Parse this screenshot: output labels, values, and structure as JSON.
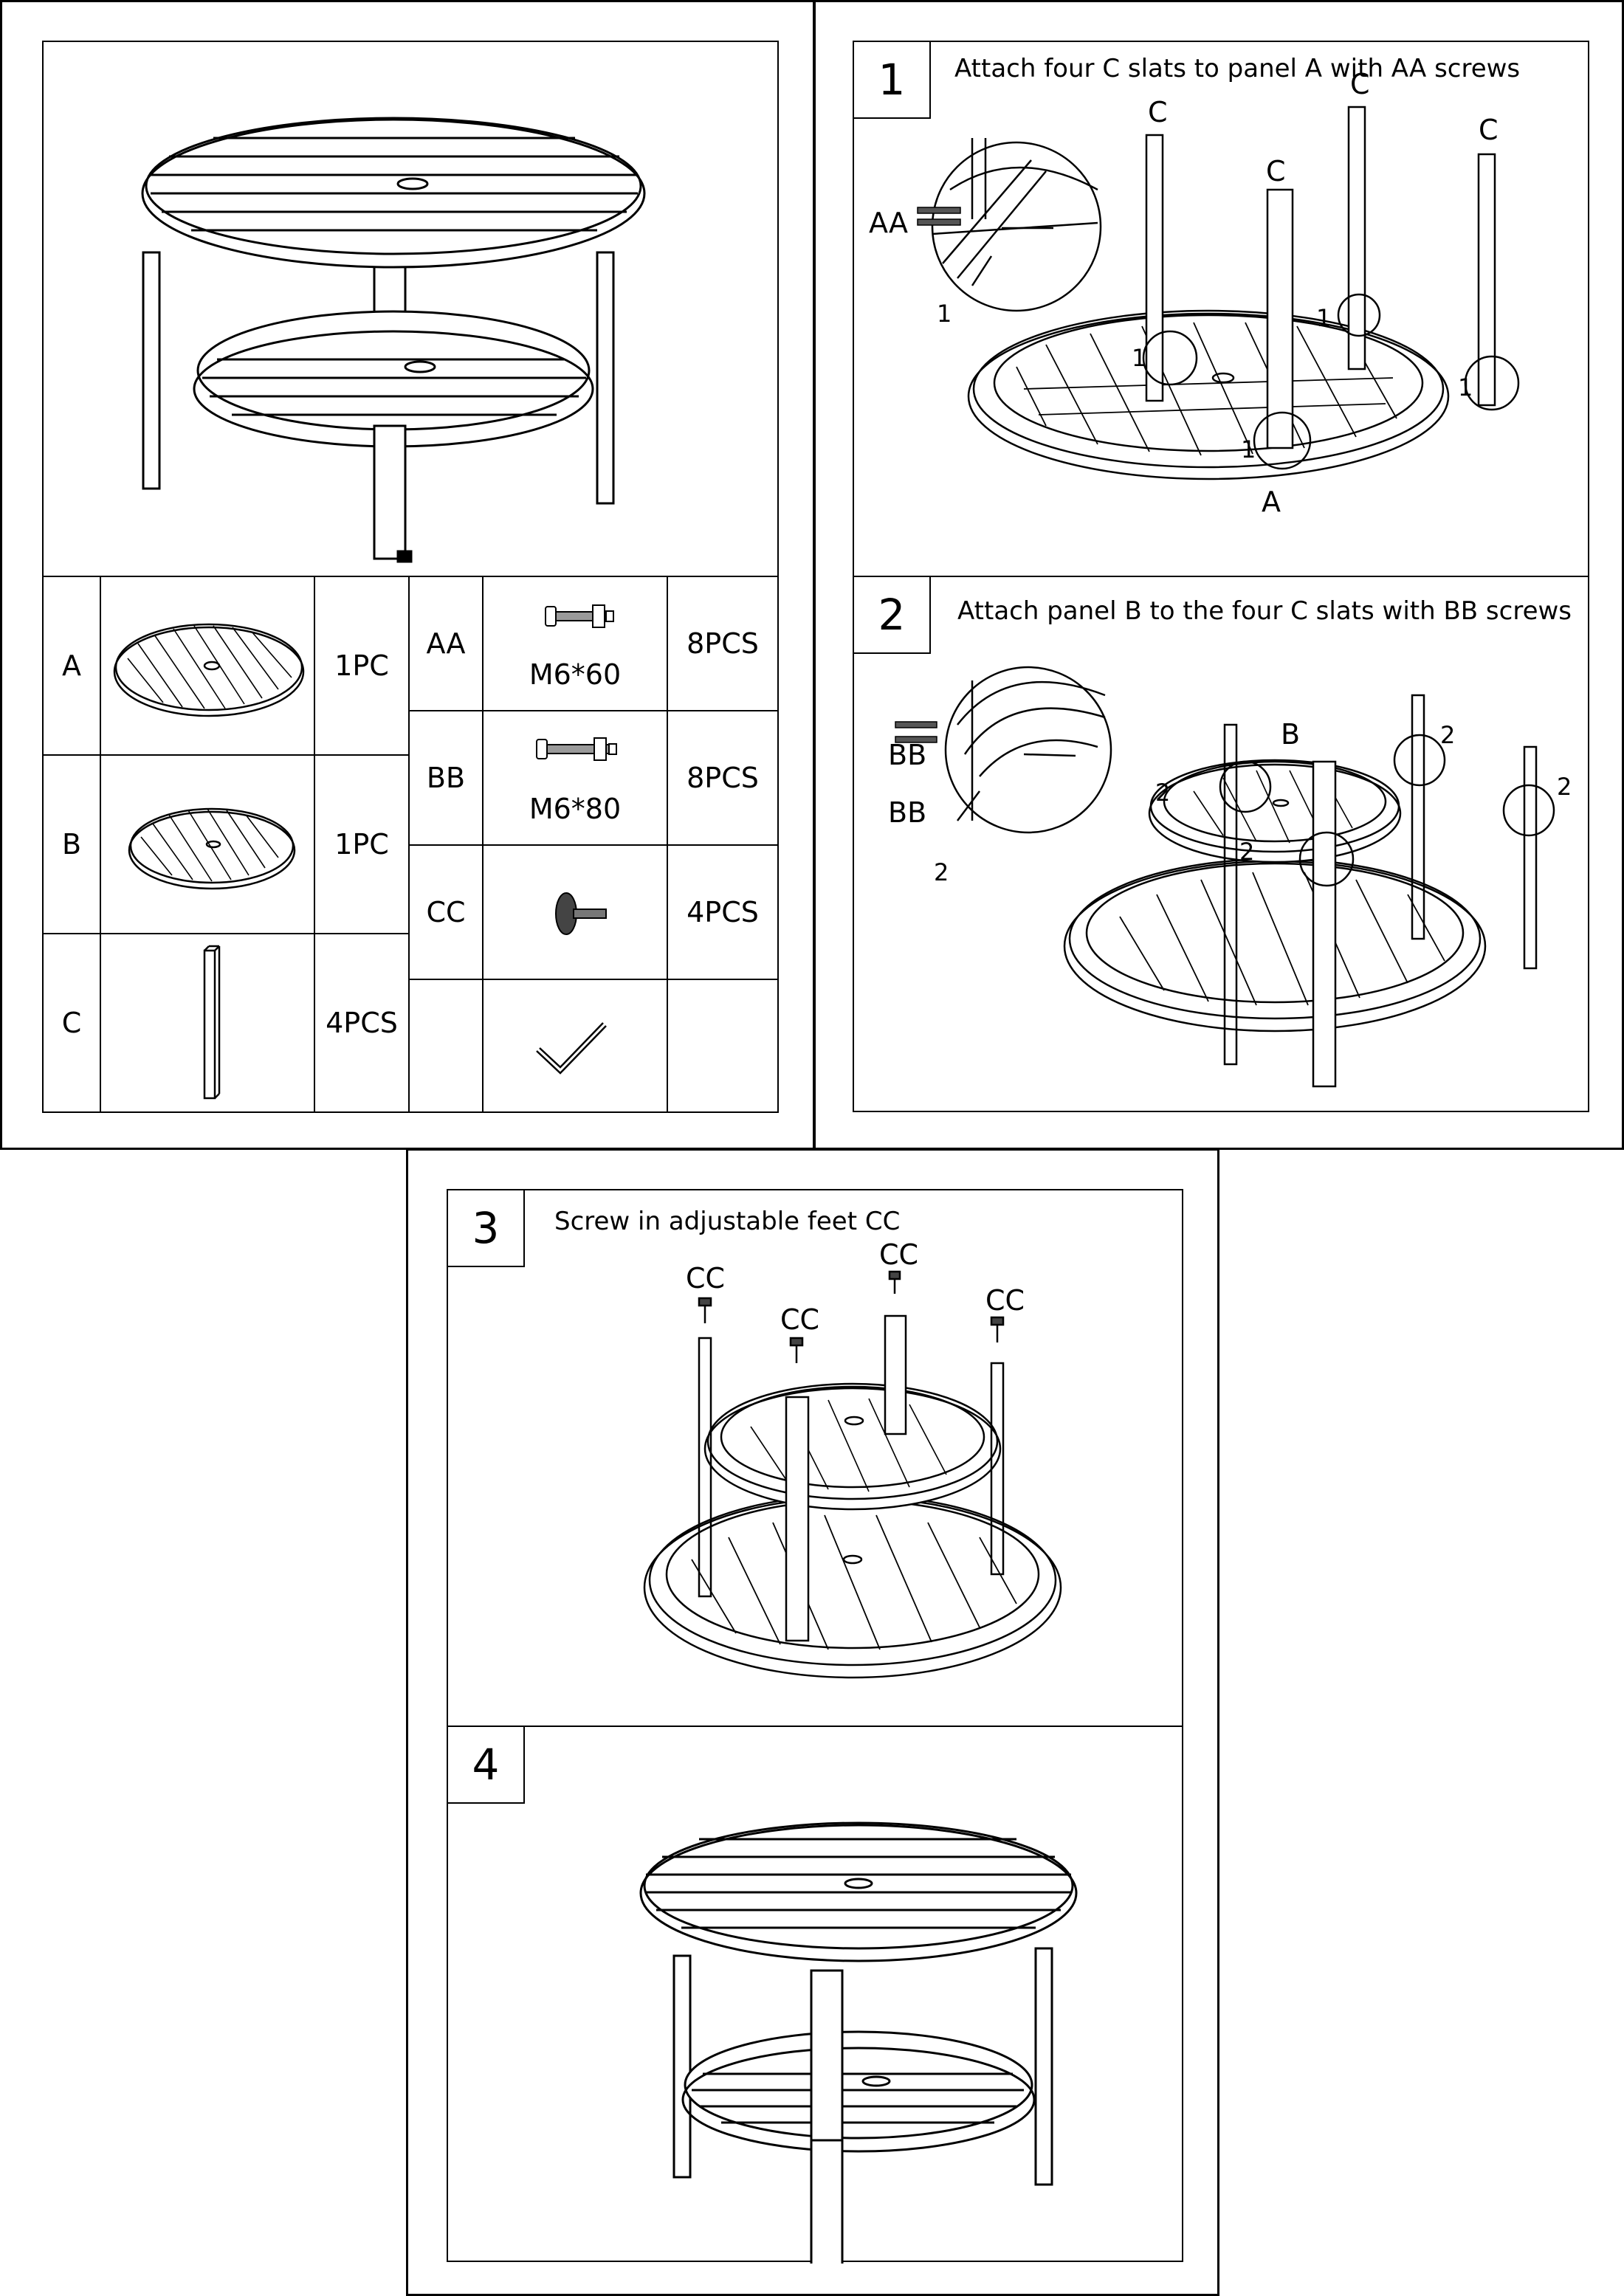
{
  "parts": {
    "A": {
      "code": "A",
      "qty": "1PC",
      "icon": "round-tabletop-panel-icon"
    },
    "B": {
      "code": "B",
      "qty": "1PC",
      "icon": "round-shelf-panel-icon"
    },
    "C": {
      "code": "C",
      "qty": "4PCS",
      "icon": "leg-slat-icon"
    }
  },
  "hardware": {
    "AA": {
      "code": "AA",
      "size": "M6*60",
      "qty": "8PCS",
      "icon": "bolt-icon"
    },
    "BB": {
      "code": "BB",
      "size": "M6*80",
      "qty": "8PCS",
      "icon": "bolt-icon"
    },
    "CC": {
      "code": "CC",
      "qty": "4PCS",
      "icon": "adjustable-foot-icon"
    },
    "tool": {
      "icon": "allen-key-icon"
    }
  },
  "steps": [
    {
      "num": "1",
      "text": "Attach four C slats to panel A with AA screws",
      "labels": {
        "leg": "C",
        "panel": "A",
        "screw": "AA",
        "ref": "1"
      }
    },
    {
      "num": "2",
      "text": "Attach panel B to the four C slats with BB screws",
      "labels": {
        "panel": "B",
        "screw": "BB",
        "ref": "2"
      }
    },
    {
      "num": "3",
      "text": "Screw in adjustable feet CC",
      "labels": {
        "foot": "CC"
      }
    },
    {
      "num": "4",
      "text": ""
    }
  ]
}
